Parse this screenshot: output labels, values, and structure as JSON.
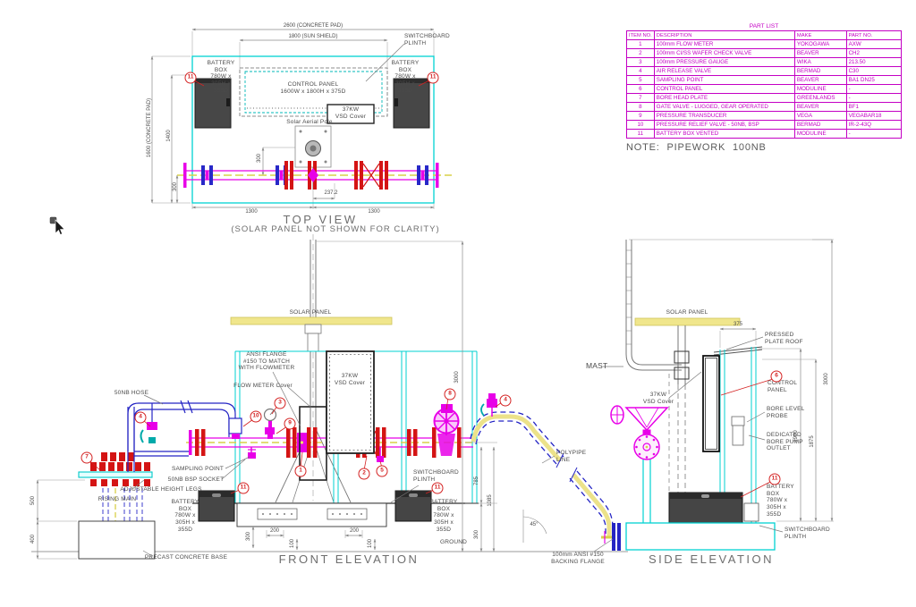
{
  "parts_list": {
    "title": "PART LIST",
    "columns": [
      "ITEM NO.",
      "DESCRIPTION",
      "MAKE",
      "PART NO."
    ],
    "rows": [
      [
        "1",
        "100mm FLOW METER",
        "YOKOGAWA",
        "AXW"
      ],
      [
        "2",
        "100mm CI/SS WAFER CHECK VALVE",
        "BEAVER",
        "CH2"
      ],
      [
        "3",
        "100mm PRESSURE GAUGE",
        "WIKA",
        "213.50"
      ],
      [
        "4",
        "AIR RELEASE VALVE",
        "BERMAD",
        "C30"
      ],
      [
        "5",
        "SAMPLING POINT",
        "BEAVER",
        "BA1 DN25"
      ],
      [
        "6",
        "CONTROL PANEL",
        "MODULINE",
        "-"
      ],
      [
        "7",
        "BORE HEAD PLATE",
        "GREENLANDS",
        "-"
      ],
      [
        "8",
        "GATE VALVE - LUGGED, GEAR OPERATED",
        "BEAVER",
        "BF1"
      ],
      [
        "9",
        "PRESSURE TRANSDUCER",
        "VEGA",
        "VEGABAR18"
      ],
      [
        "10",
        "PRESSURE RELIEF VALVE - 50NB, BSP",
        "BERMAD",
        "IR-2-43Q"
      ],
      [
        "11",
        "BATTERY BOX VENTED",
        "MODULINE",
        "-"
      ]
    ]
  },
  "note": "NOTE:  PIPEWORK 100NB",
  "views": {
    "top": {
      "title": "TOP VIEW",
      "subtitle": "(SOLAR PANEL NOT SHOWN FOR CLARITY)"
    },
    "front": {
      "title": "FRONT ELEVATION"
    },
    "side": {
      "title": "SIDE ELEVATION"
    }
  },
  "labels": {
    "battery_box": "BATTERY\nBOX\n780W x\n305H x\n355D",
    "switchboard_plinth": "SWITCHBOARD\nPLINTH",
    "control_panel_top": "CONTROL PANEL\n1600W x 1800H x 375D",
    "vsd_cover": "37KW\nVSD Cover",
    "solar_aerial_pole": "Solar Aerial Pole",
    "solar_panel": "SOLAR PANEL",
    "ansi_flange": "ANSI FLANGE\n#150 TO MATCH\nWITH FLOWMETER",
    "flow_meter_cover": "FLOW METER Cover",
    "hose_50nb": "50NB HOSE",
    "sampling_point": "SAMPLING POINT",
    "bsp_socket": "50NB BSP SOCKET",
    "height_legs": "ADJUSTABLE HEIGHT LEGS",
    "rising_main": "RISING MAIN",
    "precast_base": "PRECAST CONCRETE BASE",
    "ground": "GROUND",
    "polypipe": "POLYPIPE\nLINE",
    "backing_flange": "100mm ANSI #150\nBACKING FLANGE",
    "mast": "MAST",
    "pressed_roof": "PRESSED\nPLATE ROOF",
    "control_panel_side": "CONTROL\nPANEL",
    "bore_probe": "BORE LEVEL\nPROBE",
    "bore_outlet": "DEDICATED\nBORE PUMP\nOUTLET"
  },
  "dims": {
    "d2600": "2600 (CONCRETE PAD)",
    "d1800": "1800 (SUN SHIELD)",
    "d1600": "1600 (CONCRETE PAD)",
    "d1400": "1400",
    "d1300": "1300",
    "d300": "300",
    "d237": "237.2",
    "d500": "500",
    "d400": "400",
    "d200": "200",
    "d100": "100",
    "d3000": "3000",
    "d785": "785",
    "d1085": "1085",
    "d375": "375",
    "d1900": "1900",
    "d1875": "1875",
    "d45": "45°"
  },
  "callouts": {
    "c1": "1",
    "c2": "2",
    "c3": "3",
    "c4": "4",
    "c5": "5",
    "c6": "6",
    "c7": "7",
    "c8": "8",
    "c9": "9",
    "c10": "10",
    "c11": "11"
  },
  "colors": {
    "pipe_magenta": "#e800e8",
    "flange_red": "#d41414",
    "hose_blue": "#2424c4",
    "pad_cyan": "#00d2d2",
    "solar_yellow": "#f0e68c",
    "table_magenta": "#c400c4"
  }
}
